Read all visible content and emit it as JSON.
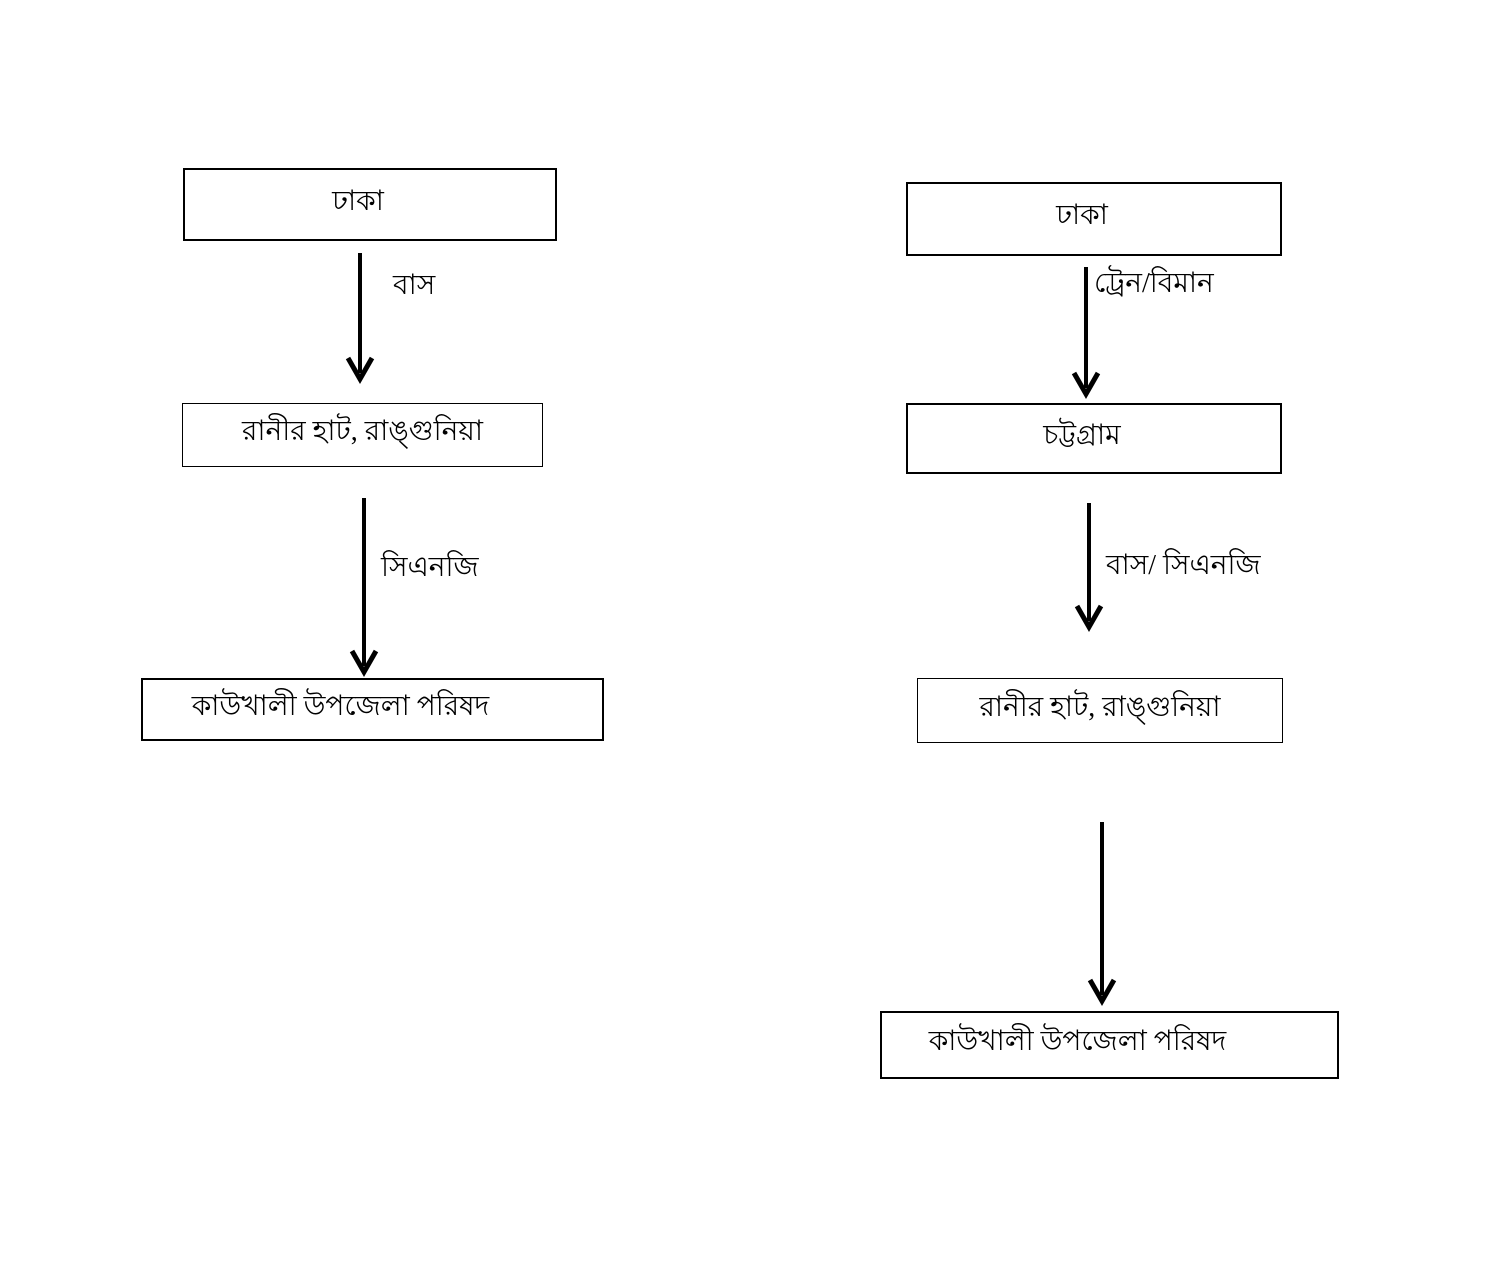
{
  "diagram": {
    "title": "travel-routes-flowchart",
    "left_flow": {
      "nodes": [
        {
          "label": "ঢাকা"
        },
        {
          "label": "রানীর হাট, রাঙ্গুনিয়া"
        },
        {
          "label": "কাউখালী উপজেলা পরিষদ"
        }
      ],
      "edges": [
        {
          "label": "বাস"
        },
        {
          "label": "সিএনজি"
        }
      ]
    },
    "right_flow": {
      "nodes": [
        {
          "label": "ঢাকা"
        },
        {
          "label": "চট্টগ্রাম"
        },
        {
          "label": "রানীর হাট, রাঙ্গুনিয়া"
        },
        {
          "label": "কাউখালী উপজেলা পরিষদ"
        }
      ],
      "edges": [
        {
          "label": "ট্রেন/বিমান"
        },
        {
          "label": "বাস/ সিএনজি"
        },
        {
          "label": ""
        }
      ]
    }
  },
  "colors": {
    "background": "#ffffff",
    "line": "#000000",
    "text": "#000000"
  }
}
